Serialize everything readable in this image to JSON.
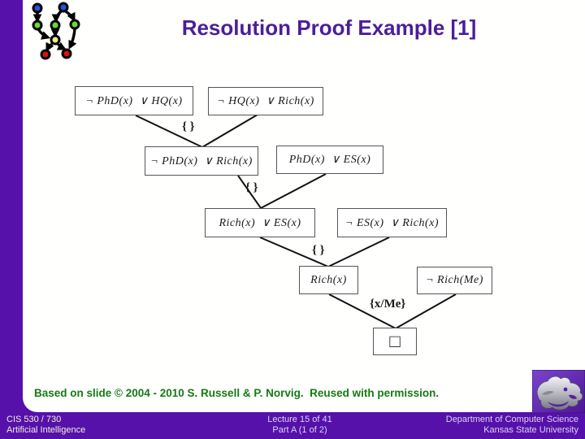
{
  "colors": {
    "purple": "#5511aa",
    "title-purple": "#4b1e99",
    "credit-green": "#157a15",
    "footer-left-text": "#f2efd9",
    "footer-right-text": "#dad3f2",
    "box-border": "#555555",
    "edge-black": "#111111"
  },
  "slide": {
    "title": "Resolution Proof Example [1]",
    "credit": "Based on slide © 2004 - 2010 S. Russell & P. Norvig.  Reused with permission."
  },
  "diagram": {
    "type": "resolution-proof-tree",
    "nodes": [
      {
        "id": "c1",
        "label": "¬ PhD(x)  ∨ HQ(x)"
      },
      {
        "id": "c2",
        "label": "¬ HQ(x)  ∨ Rich(x)"
      },
      {
        "id": "c3",
        "label": "¬ PhD(x)  ∨ Rich(x)"
      },
      {
        "id": "c4",
        "label": "PhD(x)  ∨ ES(x)"
      },
      {
        "id": "c5",
        "label": "Rich(x)  ∨ ES(x)"
      },
      {
        "id": "c6",
        "label": "¬ ES(x)  ∨ Rich(x)"
      },
      {
        "id": "c7",
        "label": "Rich(x)"
      },
      {
        "id": "c8",
        "label": "¬ Rich(Me)"
      },
      {
        "id": "c9",
        "label": "□"
      }
    ],
    "unifiers": [
      {
        "label": "{ }",
        "resolves": [
          "c1",
          "c2"
        ],
        "result": "c3"
      },
      {
        "label": "{ }",
        "resolves": [
          "c3",
          "c4"
        ],
        "result": "c5"
      },
      {
        "label": "{ }",
        "resolves": [
          "c5",
          "c6"
        ],
        "result": "c7"
      },
      {
        "label": "{x/Me}",
        "resolves": [
          "c7",
          "c8"
        ],
        "result": "c9"
      }
    ]
  },
  "footer": {
    "course": [
      "CIS 530 / 730",
      "Artificial Intelligence"
    ],
    "lecture": [
      "Lecture 15 of 41",
      "Part A (1 of 2)"
    ],
    "department": [
      "Department of Computer Science",
      "Kansas State University"
    ]
  },
  "icons": {
    "bayes_network_logo": "directed-graph-logo",
    "powercat_logo": "kansas-state-powercat"
  }
}
